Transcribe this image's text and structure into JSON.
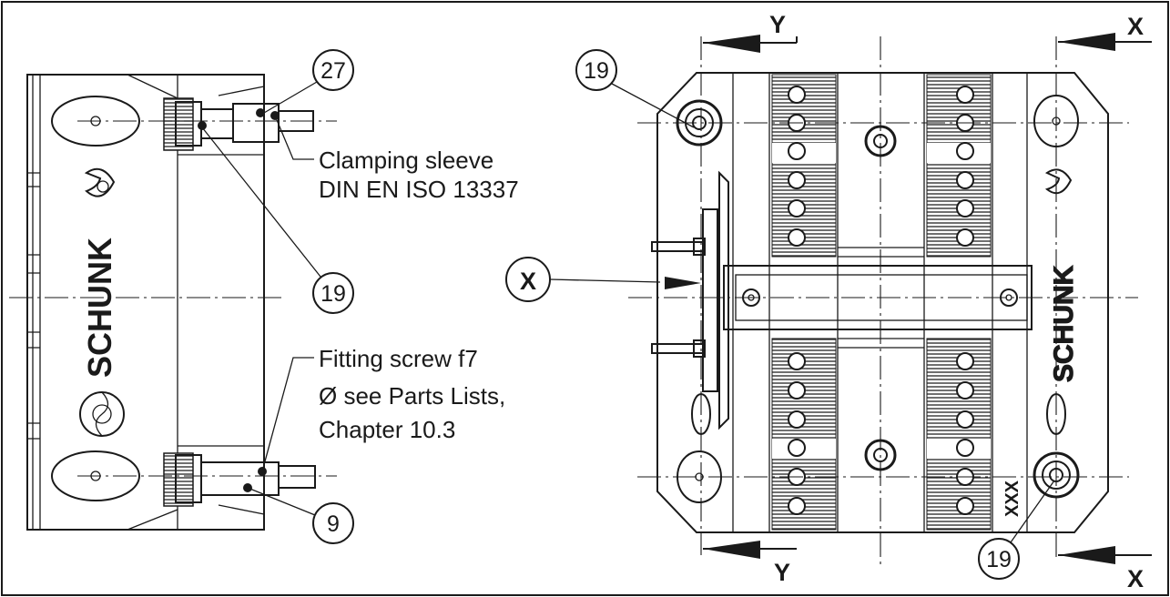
{
  "callouts": {
    "c27": "27",
    "c19_left": "19",
    "c9": "9",
    "c19_right_top": "19",
    "c19_right_bottom": "19",
    "cX": "X"
  },
  "notes": {
    "clamping_line1": "Clamping sleeve",
    "clamping_line2": "DIN EN ISO 13337",
    "fitting_line1": "Fitting screw f7",
    "fitting_line2": "Ø see Parts Lists,",
    "fitting_line3": "Chapter 10.3"
  },
  "sections": {
    "y_top": "Y",
    "y_bottom": "Y",
    "x_top": "X",
    "x_bottom": "X"
  },
  "brand": {
    "left": "SCHUNK",
    "right": "SCHUNK"
  },
  "marking": "XXX"
}
